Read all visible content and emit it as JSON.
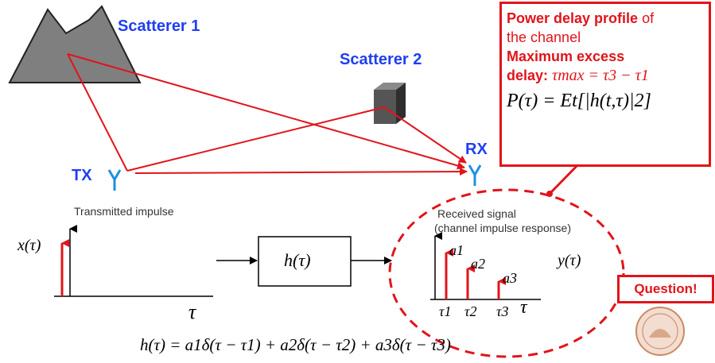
{
  "labels": {
    "scatterer1": "Scatterer 1",
    "scatterer2": "Scatterer 2",
    "tx": "TX",
    "rx": "RX",
    "transmitted": "Transmitted impulse",
    "received_line1": "Received signal",
    "received_line2": "(channel impulse response)"
  },
  "infobox": {
    "pdp_bold": "Power delay profile",
    "pdp_rest": " of",
    "line2": "the channel",
    "excess_bold": "Maximum excess",
    "delay_bold": "delay:",
    "tau_max_expr": "τmax = τ3 − τ1",
    "formula": "P(τ) = Et[|h(t,τ)|2]"
  },
  "question": "Question!",
  "signals": {
    "x_label": "x(τ)",
    "x_axis": "τ",
    "h_box": "h(τ)",
    "y_label": "y(τ)",
    "y_axis": "τ",
    "a1": "a1",
    "a2": "a2",
    "a3": "a3",
    "t1": "τ1",
    "t2": "τ2",
    "t3": "τ3"
  },
  "equation": "h(τ) = a1δ(τ − τ1) + a2δ(τ − τ2) + a3δ(τ − τ3)",
  "colors": {
    "accent_red": "#e1141b",
    "label_blue": "#1f3ff2",
    "antenna_blue": "#1e90e0"
  }
}
